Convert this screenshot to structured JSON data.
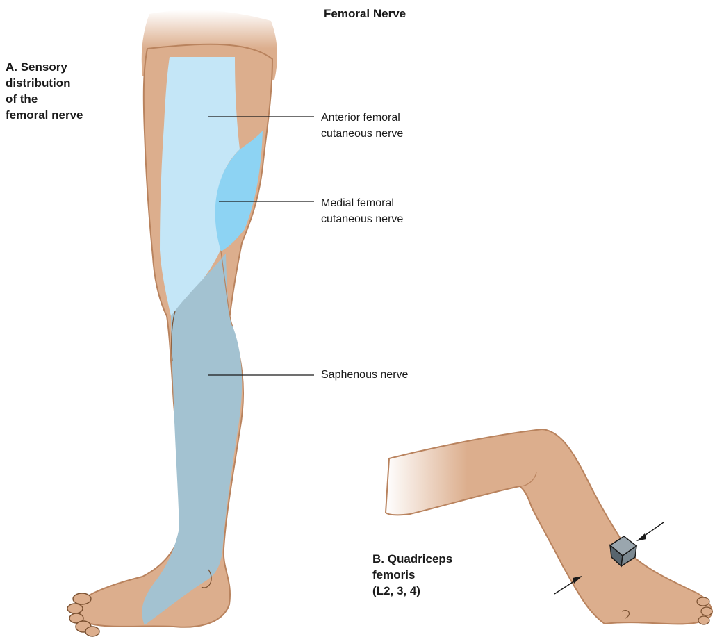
{
  "figure": {
    "title": "Femoral Nerve"
  },
  "panel_a": {
    "label": "A. Sensory\n    distribution\n    of the\n    femoral nerve",
    "callouts": [
      {
        "id": "anterior",
        "text": "Anterior femoral\ncutaneous nerve",
        "color": "#c4e6f7"
      },
      {
        "id": "medial",
        "text": "Medial femoral\ncutaneous nerve",
        "color": "#8dd3f3"
      },
      {
        "id": "saphenous",
        "text": "Saphenous nerve",
        "color": "#a3c2d1"
      }
    ]
  },
  "panel_b": {
    "label": "B. Quadriceps\n    femoris\n    (L2, 3, 4)"
  },
  "colors": {
    "skin": "#dcae8d",
    "skin_edge": "#b9835e",
    "outline": "#7a5030",
    "block": "#6f7c85"
  },
  "icons": [
    "cube-icon",
    "arrow-icon",
    "arrow-icon"
  ]
}
